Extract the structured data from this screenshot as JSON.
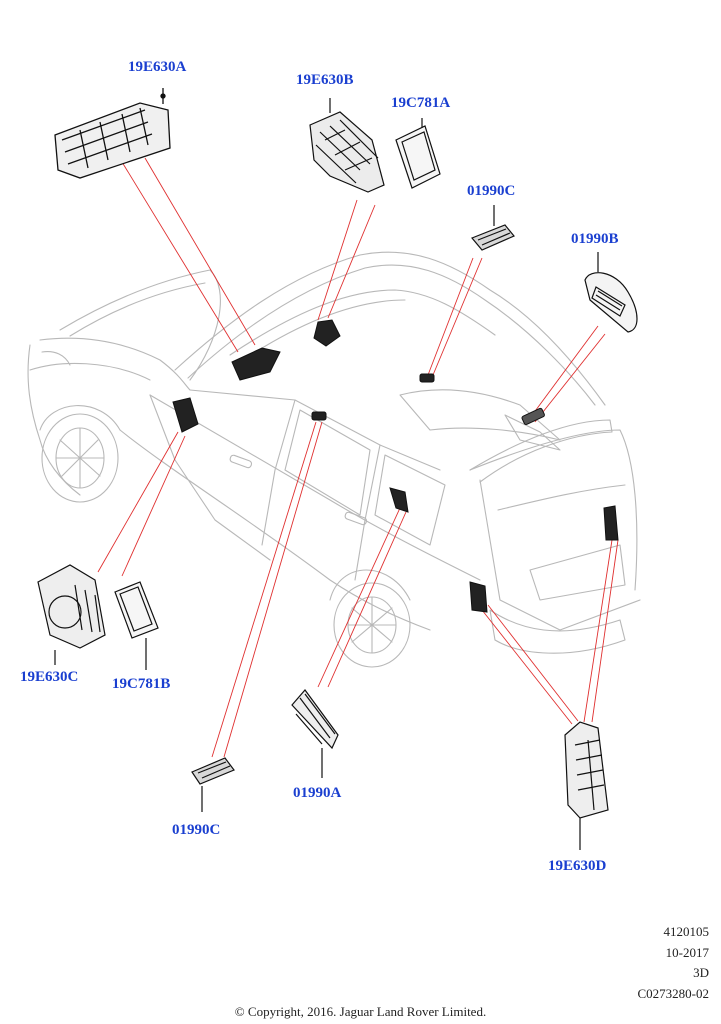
{
  "callouts": {
    "c1": "19E630A",
    "c2": "19E630B",
    "c3": "19C781A",
    "c4": "01990C",
    "c5": "01990B",
    "c6": "19E630C",
    "c7": "19C781B",
    "c8": "01990A",
    "c9": "01990C",
    "c10": "19E630D"
  },
  "meta": {
    "ref": "4120105",
    "date": "10-2017",
    "view": "3D",
    "code": "C0273280-02"
  },
  "copyright": "© Copyright, 2016. Jaguar Land Rover Limited."
}
